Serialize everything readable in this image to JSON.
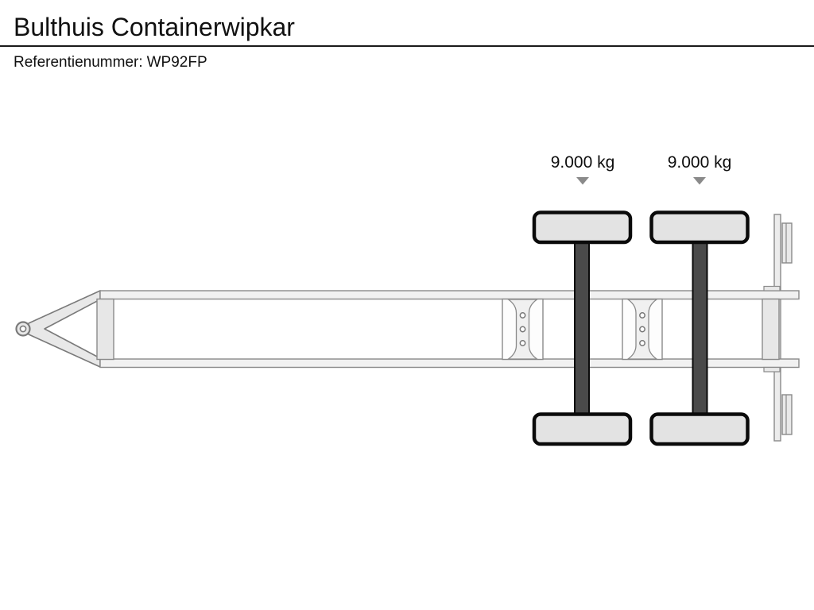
{
  "header": {
    "title": "Bulthuis Containerwipkar",
    "reference_label": "Referentienummer:",
    "reference_value": "WP92FP"
  },
  "diagram": {
    "description": "Top-view schematic line drawing of a tandem-axle container tipper trailer with drawbar tow eye at front left",
    "axle_loads": [
      {
        "axle": 1,
        "label": "9.000 kg"
      },
      {
        "axle": 2,
        "label": "9.000 kg"
      }
    ],
    "colors": {
      "frame_outline": "#828282",
      "frame_fill": "#f1f1f1",
      "member_fill": "#e7e7e7",
      "drawbar_fill": "#e8e8e8",
      "axle_fill": "#4a4a4a",
      "axle_outline": "#0a0a0a",
      "tire_fill": "#e3e3e3",
      "tire_outline": "#0a0a0a",
      "arrow_marker": "#8a8a8a",
      "text": "#111111",
      "background": "#ffffff"
    }
  }
}
